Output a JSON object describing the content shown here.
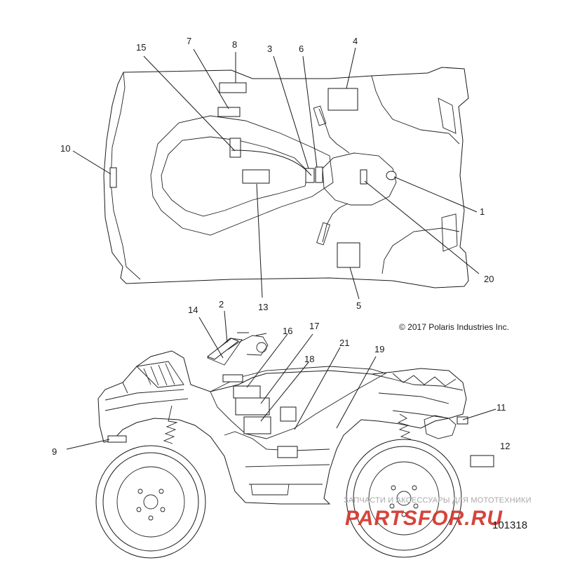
{
  "diagram": {
    "top_view_callouts": [
      {
        "id": "c15",
        "text": "15"
      },
      {
        "id": "c7",
        "text": "7"
      },
      {
        "id": "c8",
        "text": "8"
      },
      {
        "id": "c3",
        "text": "3"
      },
      {
        "id": "c6",
        "text": "6"
      },
      {
        "id": "c4",
        "text": "4"
      },
      {
        "id": "c10",
        "text": "10"
      },
      {
        "id": "c1",
        "text": "1"
      },
      {
        "id": "c20",
        "text": "20"
      },
      {
        "id": "c13",
        "text": "13"
      },
      {
        "id": "c5",
        "text": "5"
      }
    ],
    "side_view_callouts": [
      {
        "id": "c14",
        "text": "14"
      },
      {
        "id": "c2",
        "text": "2"
      },
      {
        "id": "c16",
        "text": "16"
      },
      {
        "id": "c17",
        "text": "17"
      },
      {
        "id": "c21",
        "text": "21"
      },
      {
        "id": "c18",
        "text": "18"
      },
      {
        "id": "c19",
        "text": "19"
      },
      {
        "id": "c11",
        "text": "11"
      },
      {
        "id": "c12",
        "text": "12"
      },
      {
        "id": "c9",
        "text": "9"
      }
    ],
    "copyright": "© 2017 Polaris Industries Inc.",
    "figure_number": "101318"
  },
  "watermark": {
    "tagline": "ЗАПЧАСТИ И АКСЕССУАРЫ ДЛЯ МОТОТЕХНИКИ",
    "brand": "PARTSFOR.RU",
    "brand_color": "#d2352b"
  },
  "colors": {
    "line": "#1a1a1a",
    "background": "#ffffff"
  }
}
